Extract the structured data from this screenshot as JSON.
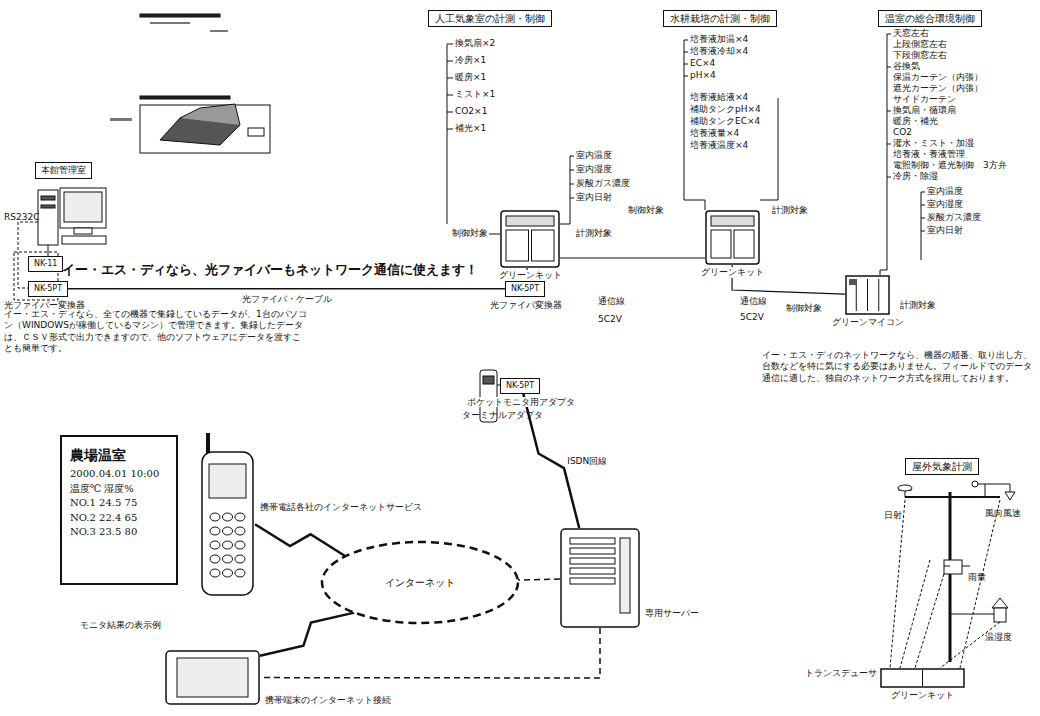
{
  "diagram": {
    "nodes": [
      {
        "text": [
          "本館管理室"
        ]
      },
      {
        "text": [
          "NK-11"
        ]
      },
      {
        "text": [
          "NK-5PT"
        ]
      },
      {
        "text": [
          "NK-5PT",
          "光ファイバ変換器"
        ]
      },
      {
        "text": [
          "人工気象室の計測・制御"
        ]
      },
      {
        "text": [
          "グリーンキット"
        ]
      },
      {
        "text": [
          "水耕栽培の計測・制御"
        ]
      },
      {
        "text": [
          "グリーンキット"
        ]
      },
      {
        "text": [
          "温室の総合環境制御"
        ]
      },
      {
        "text": [
          "グリーンマイコン"
        ]
      },
      {
        "text": [
          "NK-5PT",
          "ポケットモニタ用アダプタ"
        ]
      },
      {
        "text": [
          "専用サーバー"
        ]
      },
      {
        "text": [
          "インターネット"
        ]
      },
      {
        "text": [
          "農場温室",
          "2000.04.01 10:00",
          "温度℃ 湿度%",
          "NO.1 24.5 75",
          "NO.2 22.4 65",
          "NO.3 23.5 80"
        ]
      },
      {
        "text": [
          "携帯電話各社のインターネットサービス"
        ]
      },
      {
        "text": [
          "携帯端末のインターネット接続"
        ]
      },
      {
        "text": [
          "屋外気象計測"
        ]
      },
      {
        "text": [
          "グリーンキット"
        ]
      }
    ],
    "edges": [
      {
        "from": 2,
        "to": 3,
        "label": "光ファイバ・ケーブル",
        "arrow": "none"
      },
      {
        "from": 3,
        "to": 5,
        "arrow": "none"
      },
      {
        "from": 5,
        "to": 7,
        "arrow": "none"
      },
      {
        "from": 7,
        "to": 9,
        "arrow": "none"
      },
      {
        "from": 10,
        "to": 11,
        "label": "ISDN回線",
        "arrow": "none"
      },
      {
        "from": 11,
        "to": 12,
        "arrow": "none"
      },
      {
        "from": 14,
        "to": 12,
        "arrow": "none"
      },
      {
        "from": 15,
        "to": 12,
        "arrow": "none"
      },
      {
        "from": 11,
        "to": 15,
        "arrow": "none"
      }
    ],
    "labels": [
      "RS232C",
      "光ファイバー変換器",
      "イー・エス・ディなら、光ファイバーもネットワーク通信に使えます！",
      "イー・エス・ディなら、全ての機器で集録しているデータが、1台のパソコン（WINDOWSが稼働しているマシン）で管理できます。集録したデータは、ＣＳＶ形式で出力できますので、他のソフトウェアにデータを渡すことも簡単です。",
      "換気扇×2",
      "冷房×1",
      "暖房×1",
      "ミスト×1",
      "CO2×1",
      "補光×1",
      "室内温度",
      "室内湿度",
      "炭酸ガス濃度",
      "室内日射",
      "制御対象",
      "計測対象",
      "培養液加温×4",
      "培養液冷却×4",
      "EC×4",
      "pH×4",
      "培養液給液×4",
      "補助タンクpH×4",
      "補助タンクEC×4",
      "培養液量×4",
      "培養液温度×4",
      "制御対象",
      "計測対象",
      "天窓左右",
      "上段側窓左右",
      "下段側窓左右",
      "谷換気",
      "保温カーテン（内張）",
      "遮光カーテン（内張）",
      "サイドカーテン",
      "換気扇・循環扇",
      "暖房・補光",
      "CO2",
      "灌水・ミスト・加湿",
      "培養液・養液管理",
      "電照制御・遮光制御　3方弁",
      "冷房・除湿",
      "室内温度",
      "室内湿度",
      "炭酸ガス濃度",
      "室内日射",
      "制御対象",
      "計測対象",
      "通信線",
      "5C2V",
      "通信線",
      "5C2V",
      "イー・エス・ディのネットワークなら、機器の順番、取り出し方、台数などを特に気にする必要はありません。フィールドでのデータ通信に適した、独自のネットワーク方式を採用しております。",
      "ターミナルアダプタ",
      "モニタ結果の表示例",
      "日射",
      "風向風速",
      "雨量",
      "温湿度",
      "トランスデューサ"
    ]
  }
}
